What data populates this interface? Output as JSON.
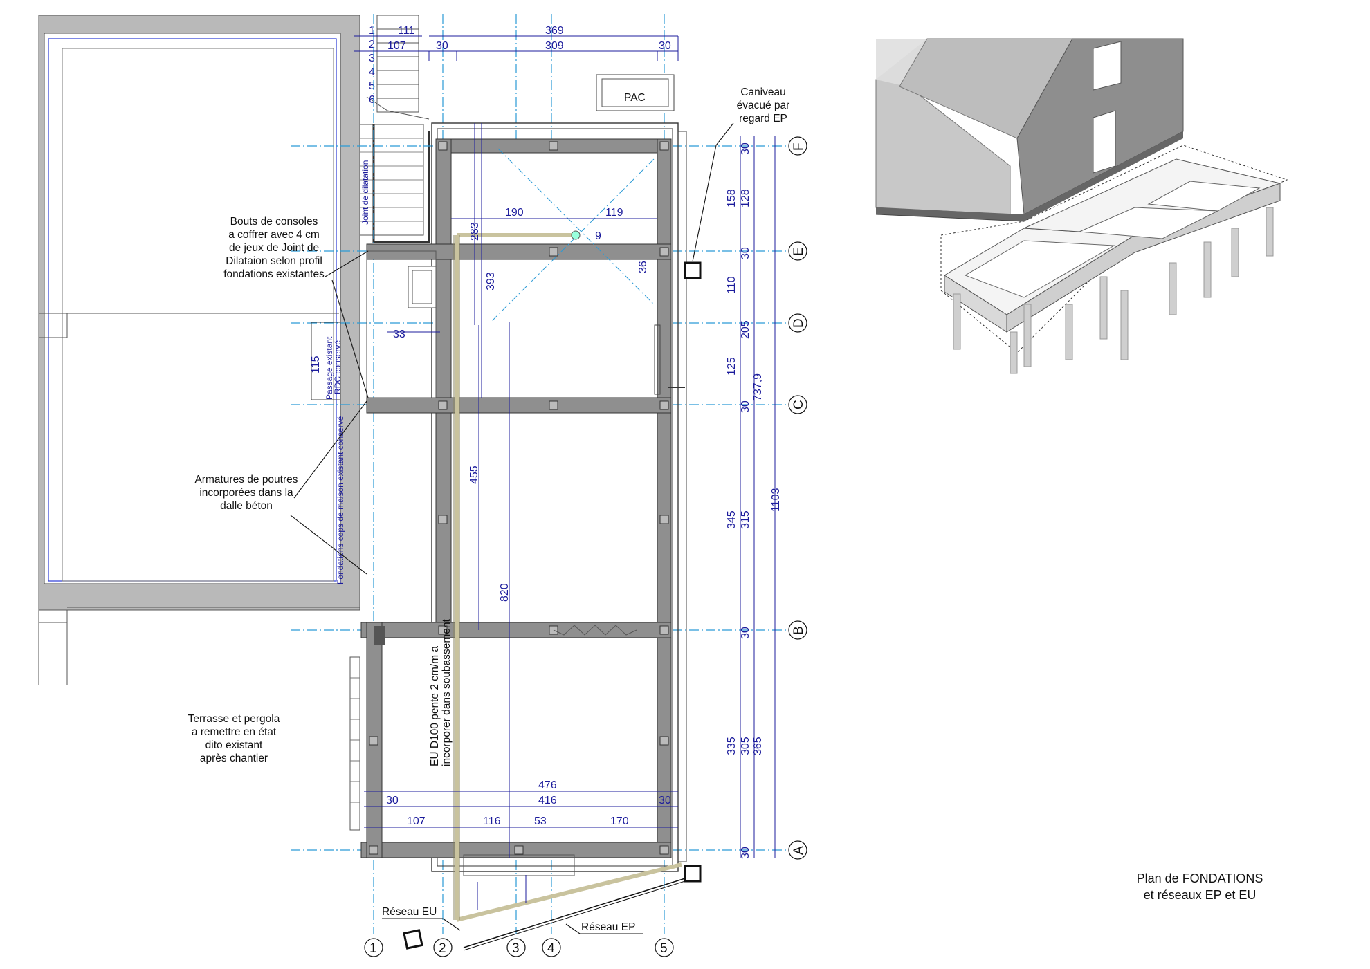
{
  "axes_numbers": [
    "1",
    "2",
    "3",
    "4",
    "5"
  ],
  "axes_letters": [
    "F",
    "E",
    "D",
    "C",
    "B",
    "A"
  ],
  "dims_top": {
    "stair": [
      "1",
      "2",
      "3",
      "4",
      "5",
      "6"
    ],
    "d111": "111",
    "d107": "107",
    "d30a": "30",
    "d309": "309",
    "d30b": "30",
    "d369": "369"
  },
  "dims_inner": {
    "d190": "190",
    "d119": "119",
    "d283": "283",
    "d393": "393",
    "d9": "9",
    "d36": "36",
    "d33": "33",
    "d455": "455",
    "d820": "820",
    "d115": "115"
  },
  "dims_right": {
    "d158": "158",
    "d30_1": "30",
    "d128": "128",
    "d30_2": "30",
    "d110": "110",
    "d205": "205",
    "d125": "125",
    "d737_9": "737,9",
    "d30_3": "30",
    "d345": "345",
    "d315": "315",
    "d1103": "1103",
    "d30_4": "30",
    "d335": "335",
    "d305": "305",
    "d365": "365",
    "d30_5": "30"
  },
  "dims_bottom": {
    "d476": "476",
    "d30l": "30",
    "d416": "416",
    "d30r": "30",
    "d107": "107",
    "d116": "116",
    "d53": "53",
    "d170": "170"
  },
  "notes": {
    "caniveau": [
      "Caniveau",
      "évacué par",
      "regard EP"
    ],
    "consoles": [
      "Bouts de consoles",
      "a coffrer avec 4 cm",
      "de jeux de Joint de",
      "Dilataion selon profil",
      "fondations existantes"
    ],
    "armatures": [
      "Armatures de poutres",
      "incorporées dans la",
      "dalle béton"
    ],
    "terrasse": [
      "Terrasse et pergola",
      "a remettre en état",
      "dito existant",
      "après chantier"
    ],
    "pac": "PAC",
    "joint": "Joint de dilatation",
    "passage": [
      "Passage existant",
      "RDC conservé"
    ],
    "fondations_existantes": "Fondations cops de maison existant conservé",
    "eu_pipe": [
      "EU D100 pente 2 cm/m a",
      "incorporer dans soubassement"
    ],
    "reseau_eu": "Réseau EU",
    "reseau_ep": "Réseau EP"
  },
  "title": [
    "Plan de  FONDATIONS",
    "et réseaux EP et EU"
  ]
}
